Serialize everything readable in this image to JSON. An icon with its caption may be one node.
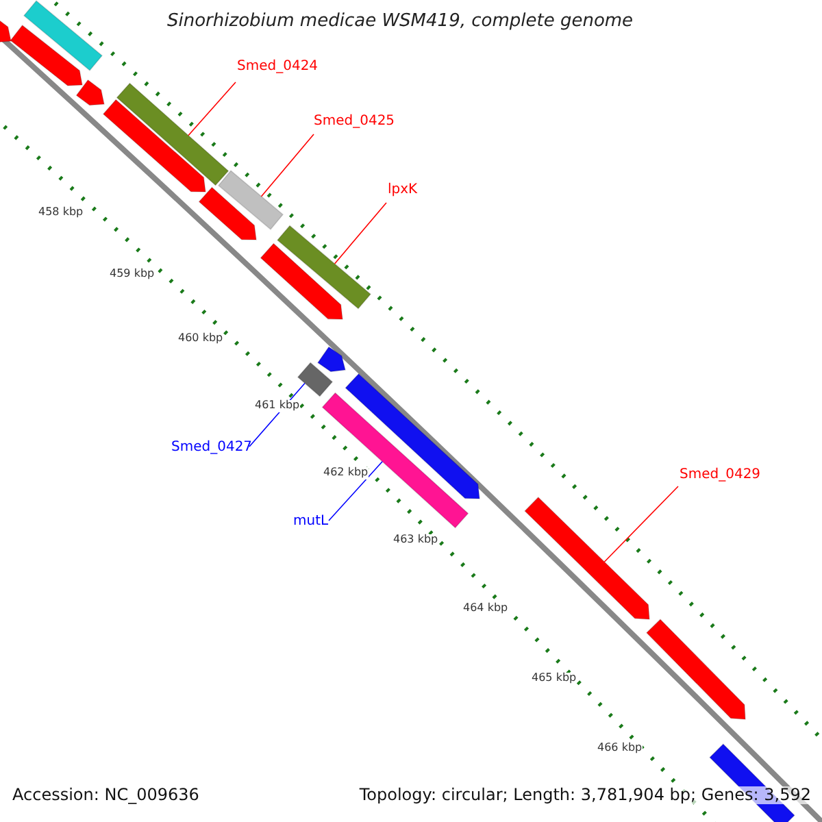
{
  "diagram": {
    "title": "Sinorhizobium medicae WSM419, complete genome",
    "nodes": [
      {
        "text": [
          "Smed_0424"
        ]
      },
      {
        "text": [],
        "shape": "bar"
      },
      {
        "text": [
          "Smed_0425"
        ]
      },
      {
        "text": [],
        "shape": "bar"
      },
      {
        "text": [
          "lpxK"
        ]
      },
      {
        "text": [],
        "shape": "bar"
      },
      {
        "text": [
          "Smed_0427"
        ]
      },
      {
        "text": [],
        "shape": "bar"
      },
      {
        "text": [
          "mutL"
        ]
      },
      {
        "text": [],
        "shape": "bar"
      },
      {
        "text": [
          "Smed_0429"
        ]
      },
      {
        "text": [],
        "shape": "bar"
      }
    ],
    "edges": [
      {
        "from": 0,
        "to": 1,
        "arrow": "none"
      },
      {
        "from": 2,
        "to": 3,
        "arrow": "none"
      },
      {
        "from": 4,
        "to": 5,
        "arrow": "none"
      },
      {
        "from": 6,
        "to": 7,
        "arrow": "none",
        "color": "#0000ff"
      },
      {
        "from": 8,
        "to": 9,
        "arrow": "none",
        "color": "#0000ff"
      },
      {
        "from": 10,
        "to": 11,
        "arrow": "none"
      }
    ],
    "labels": [
      "458 kbp",
      "459 kbp",
      "460 kbp",
      "461 kbp",
      "462 kbp",
      "463 kbp",
      "464 kbp",
      "465 kbp",
      "466 kbp",
      "Accession: NC_009636",
      "Topology: circular; Length: 3,781,904 bp; Genes: 3,592"
    ]
  }
}
